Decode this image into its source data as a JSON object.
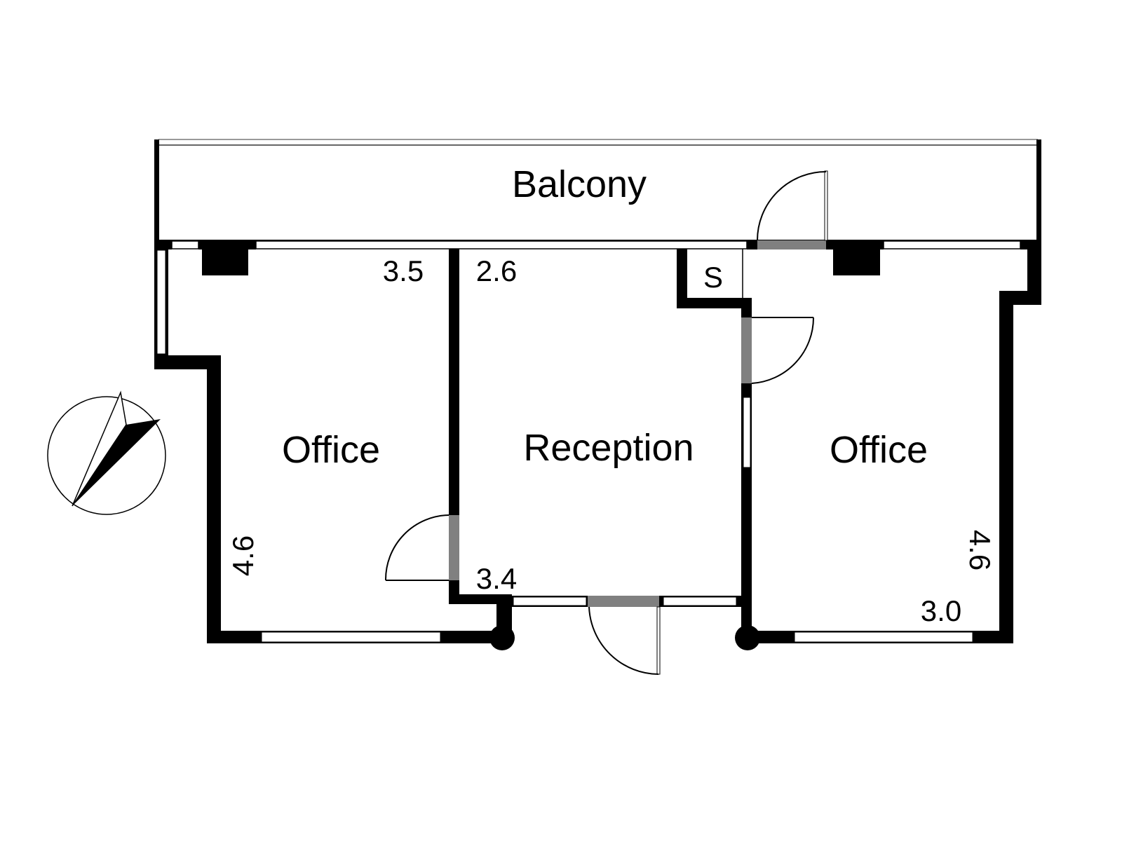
{
  "rooms": {
    "balcony": "Balcony",
    "office_left": "Office",
    "reception": "Reception",
    "office_right": "Office",
    "storage": "S"
  },
  "dimensions": {
    "office_left_width": "3.5",
    "office_left_depth": "4.6",
    "reception_width": "2.6",
    "reception_depth": "3.4",
    "office_right_width": "3.0",
    "office_right_depth": "4.6"
  },
  "colors": {
    "wall": "#000000",
    "door_opening": "#808080",
    "window": "#ffffff"
  },
  "icons": {
    "compass": "north-arrow-icon"
  }
}
